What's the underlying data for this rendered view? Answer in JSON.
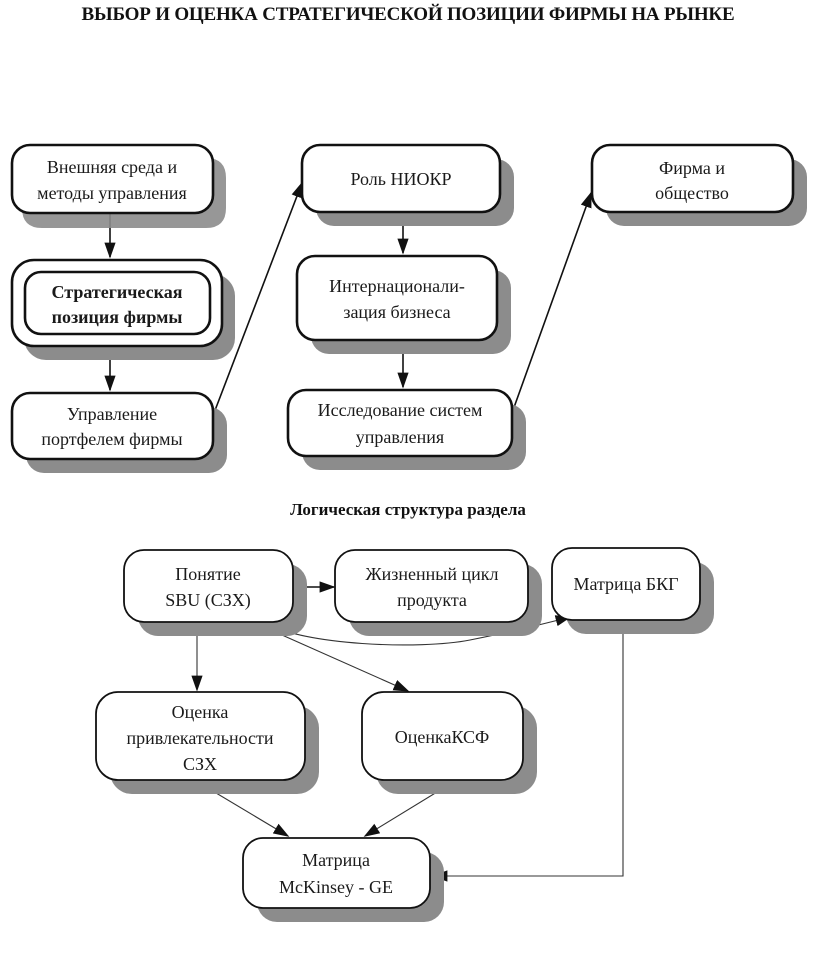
{
  "title": "ВЫБОР И ОЦЕНКА СТРАТЕГИЧЕСКОЙ ПОЗИЦИИ ФИРМЫ НА РЫНКЕ",
  "subtitle": "Логическая структура раздела",
  "top_diagram": {
    "nodes": [
      {
        "id": "external-env",
        "lines": [
          "Внешняя среда и",
          "методы управления"
        ],
        "emphasis": false
      },
      {
        "id": "strategic-position",
        "lines": [
          "Стратегическая",
          "позиция фирмы"
        ],
        "emphasis": true
      },
      {
        "id": "portfolio-mgmt",
        "lines": [
          "Управление",
          "портфелем фирмы"
        ],
        "emphasis": false
      },
      {
        "id": "rnd-role",
        "lines": [
          "Роль НИОКР"
        ],
        "emphasis": false
      },
      {
        "id": "internationalization",
        "lines": [
          "Интернационали-",
          "зация бизнеса"
        ],
        "emphasis": false
      },
      {
        "id": "mgmt-systems-research",
        "lines": [
          "Исследование систем",
          "управления"
        ],
        "emphasis": false
      },
      {
        "id": "firm-and-society",
        "lines": [
          "Фирма и",
          "общество"
        ],
        "emphasis": false
      }
    ],
    "edges": [
      {
        "from": "external-env",
        "to": "strategic-position"
      },
      {
        "from": "strategic-position",
        "to": "portfolio-mgmt"
      },
      {
        "from": "portfolio-mgmt",
        "to": "rnd-role"
      },
      {
        "from": "rnd-role",
        "to": "internationalization"
      },
      {
        "from": "internationalization",
        "to": "mgmt-systems-research"
      },
      {
        "from": "mgmt-systems-research",
        "to": "firm-and-society"
      }
    ]
  },
  "bottom_diagram": {
    "nodes": [
      {
        "id": "sbu-concept",
        "lines": [
          "Понятие",
          "SBU (СЗХ)"
        ]
      },
      {
        "id": "product-life-cycle",
        "lines": [
          "Жизненный цикл",
          "продукта"
        ]
      },
      {
        "id": "bcg-matrix",
        "lines": [
          "Матрица БКГ"
        ]
      },
      {
        "id": "attractiveness-eval",
        "lines": [
          "Оценка",
          "привлекательности",
          "СЗХ"
        ]
      },
      {
        "id": "ksf-eval",
        "lines": [
          "ОценкаКСФ"
        ]
      },
      {
        "id": "mckinsey-ge-matrix",
        "lines": [
          "Матрица",
          "McKinsey - GE"
        ]
      }
    ],
    "edges": [
      {
        "from": "sbu-concept",
        "to": "product-life-cycle"
      },
      {
        "from": "sbu-concept",
        "to": "bcg-matrix"
      },
      {
        "from": "sbu-concept",
        "to": "attractiveness-eval"
      },
      {
        "from": "sbu-concept",
        "to": "ksf-eval"
      },
      {
        "from": "attractiveness-eval",
        "to": "mckinsey-ge-matrix"
      },
      {
        "from": "ksf-eval",
        "to": "mckinsey-ge-matrix"
      },
      {
        "from": "bcg-matrix",
        "to": "mckinsey-ge-matrix"
      }
    ]
  }
}
